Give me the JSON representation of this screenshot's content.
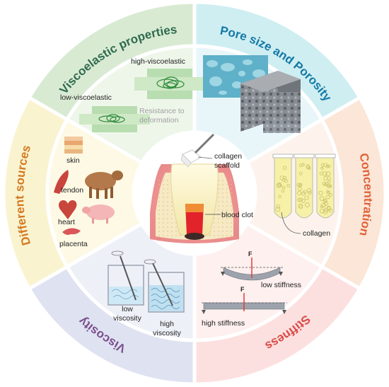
{
  "segments": {
    "viscoelastic": {
      "title": "Viscoelastic properties",
      "color": "#2f6b4f",
      "high": "high-viscoelastic",
      "low": "low-viscoelastic",
      "resistance": "Resistance to deformation"
    },
    "pore": {
      "title": "Pore size and Porosity",
      "color": "#1479a6"
    },
    "concentration": {
      "title": "Concentration",
      "color": "#e0623a",
      "label": "collagen"
    },
    "stiffness": {
      "title": "Stiffness",
      "color": "#d94a47",
      "force": "F",
      "low": "low stiffness",
      "high": "high stiffness"
    },
    "viscosity": {
      "title": "Viscosity",
      "color": "#7a4d8c",
      "low": "low viscosity",
      "high": "high viscosity"
    },
    "sources": {
      "title": "Different sources",
      "color": "#d27a22",
      "skin": "skin",
      "tendon": "tendon",
      "heart": "heart",
      "placenta": "placenta"
    }
  },
  "center": {
    "scaffold": "collagen scaffold",
    "clot": "blood clot"
  },
  "colors": {
    "ring_viscoelastic": "#d9ead3",
    "ring_pore": "#cfeef2",
    "ring_concentration": "#fbe6d7",
    "ring_stiffness": "#fce0df",
    "ring_viscosity": "#dfe2f1",
    "ring_sources": "#faf3cf",
    "inner_viscoelastic": "#eef6ea",
    "inner_pore": "#e8f6fa",
    "inner_concentration": "#fdf3ec",
    "inner_stiffness": "#fdf0ef",
    "inner_viscosity": "#eef0f8",
    "inner_sources": "#fdf9e4"
  }
}
